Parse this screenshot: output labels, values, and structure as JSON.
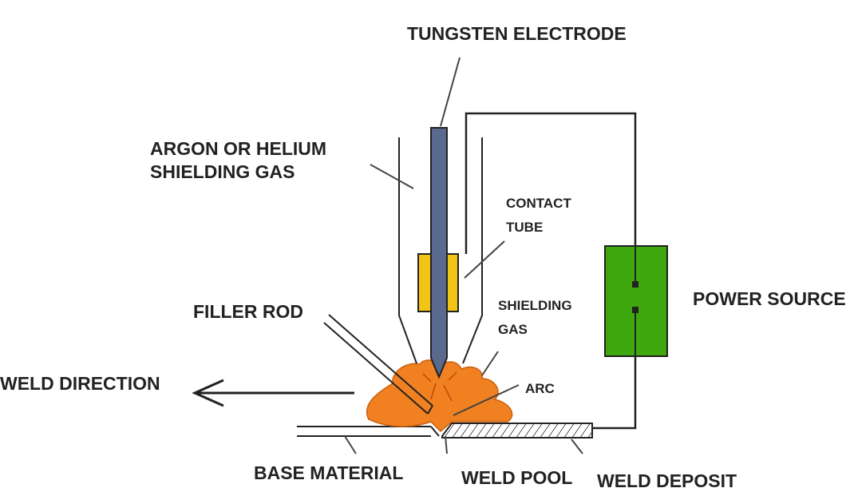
{
  "diagram": {
    "labels": {
      "tungsten_electrode": "TUNGSTEN ELECTRODE",
      "argon_line1": "ARGON OR HELIUM",
      "argon_line2": "SHIELDING GAS",
      "contact_tube_line1": "CONTACT",
      "contact_tube_line2": "TUBE",
      "filler_rod": "FILLER ROD",
      "shielding_gas_line1": "SHIELDING",
      "shielding_gas_line2": "GAS",
      "power_source": "POWER SOURCE",
      "weld_direction": "WELD DIRECTION",
      "arc": "ARC",
      "base_material": "BASE MATERIAL",
      "weld_pool": "WELD POOL",
      "weld_deposit": "WELD DEPOSIT"
    },
    "colors": {
      "electrode": "#5a6a8e",
      "contact_tube": "#f2c416",
      "power_source": "#3ea80e",
      "weld_pool": "#f08020",
      "line": "#222222"
    }
  }
}
